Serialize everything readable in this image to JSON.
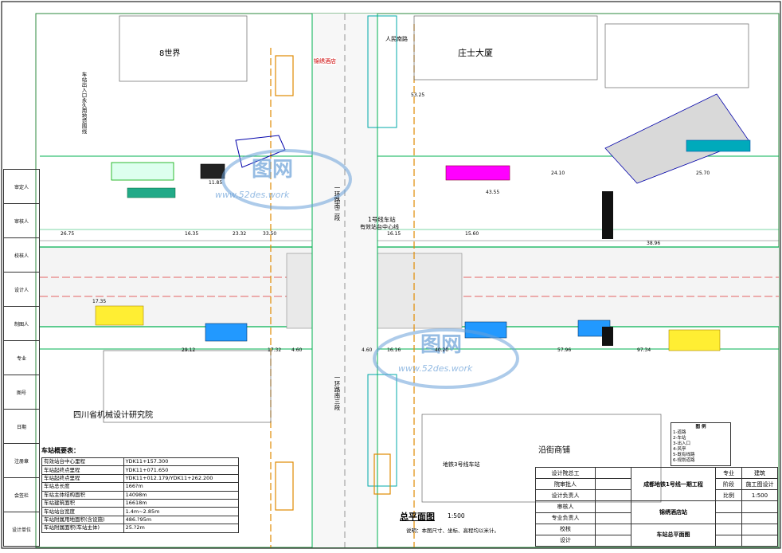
{
  "drawing": {
    "title_center": "总平面图",
    "scale": "1:500",
    "note": "说明：本图尺寸、坐标、高程均以米计。",
    "watermark_brand": "图网",
    "watermark_url": "www.52des.work"
  },
  "labels": {
    "bldg_world": "8世界",
    "bldg_zhuangshi": "庄士大厦",
    "bldg_sichuan": "四川省机械设计研究院",
    "bldg_yanjie": "沿街商铺",
    "road_north": "人民南路",
    "road_south": "一环路南三段",
    "road_label_north": "一环路南二段",
    "station_center": "1号线车站",
    "station_center2": "有效站台中心线",
    "station_metro3": "地铁3号线车站",
    "hotel": "锦绣酒店",
    "left_vertical": "车站出入口永久用地范围线"
  },
  "dims": [
    "26.75",
    "23.32",
    "16.35",
    "33.50",
    "43.55",
    "38.96",
    "17.35",
    "29.12",
    "17.32",
    "4.60",
    "4.60",
    "16.16",
    "16.15",
    "40.20",
    "57.96",
    "97.34",
    "15.60",
    "25.70",
    "24.10",
    "53.25",
    "11.85"
  ],
  "params_table": {
    "heading": "车站概要表：",
    "rows": [
      [
        "有效站台中心里程",
        "YDK11+157.300"
      ],
      [
        "车站起终点里程",
        "YDK11+071.650"
      ],
      [
        "车站起终点里程",
        "YDK11+012.179/YDK11+262.200"
      ],
      [
        "车站总长度",
        "166?m"
      ],
      [
        "车站主体结构面积",
        "14098m"
      ],
      [
        "车站建筑面积",
        "16618m"
      ],
      [
        "车站站台宽度",
        "1.4m~2.85m"
      ],
      [
        "车站附属用地面积(含设施)",
        "486.?95m"
      ],
      [
        "车站附属面积(车站主体)",
        "25.?2m"
      ]
    ]
  },
  "legend": {
    "title": "图 例",
    "items": [
      "1-道路",
      "2-车站",
      "3-出入口",
      "4-风亭",
      "5-既有线路",
      "6-规划道路"
    ]
  },
  "titleblock": {
    "company": "成都地铁1号线一期工程",
    "project": "锦绣酒店站",
    "sheet": "车站总平面图",
    "stage_label": "阶段",
    "stage": "施工图设计",
    "scale_label": "比例",
    "scale": "1:500",
    "roles": [
      "设计院总工",
      "院审批人",
      "设计负责人",
      "审核人",
      "专业负责人",
      "校核",
      "设计"
    ],
    "profession_label": "专业",
    "profession": "建筑"
  },
  "side_band": [
    "审定人",
    "审核人",
    "校核人",
    "设计人",
    "制图人",
    "专业",
    "图号",
    "日期",
    "注册章",
    "会签栏",
    "设计单位"
  ]
}
